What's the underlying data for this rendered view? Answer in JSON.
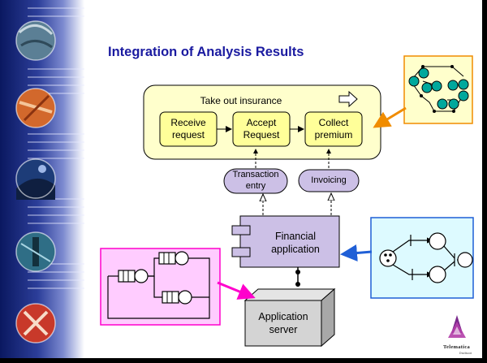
{
  "slide": {
    "title": "Integration of Analysis Results"
  },
  "diagram": {
    "process_title": "Take out insurance",
    "steps": [
      {
        "line1": "Receive",
        "line2": "request"
      },
      {
        "line1": "Accept",
        "line2": "Request"
      },
      {
        "line1": "Collect",
        "line2": "premium"
      }
    ],
    "services": [
      {
        "line1": "Transaction",
        "line2": "entry"
      },
      {
        "line1": "Invoicing",
        "line2": ""
      }
    ],
    "component": {
      "line1": "Financial",
      "line2": "application"
    },
    "node": {
      "line1": "Application",
      "line2": "server"
    }
  },
  "logo": {
    "name": "Telematica",
    "sub": "Instituut"
  },
  "colors": {
    "title": "#1a1aa0",
    "process_fill": "#ffffcc",
    "service_fill": "#ccc0e6",
    "node_fill": "#d4d4d4",
    "orange_arrow": "#f08c00",
    "blue_arrow": "#1f5fd6",
    "magenta_arrow": "#ff00cc",
    "petri_fill": "#00a89c"
  },
  "icons": [
    "process-graph-icon",
    "petri-net-icon",
    "queueing-network-icon",
    "telematica-logo-icon",
    "right-arrow-icon"
  ]
}
